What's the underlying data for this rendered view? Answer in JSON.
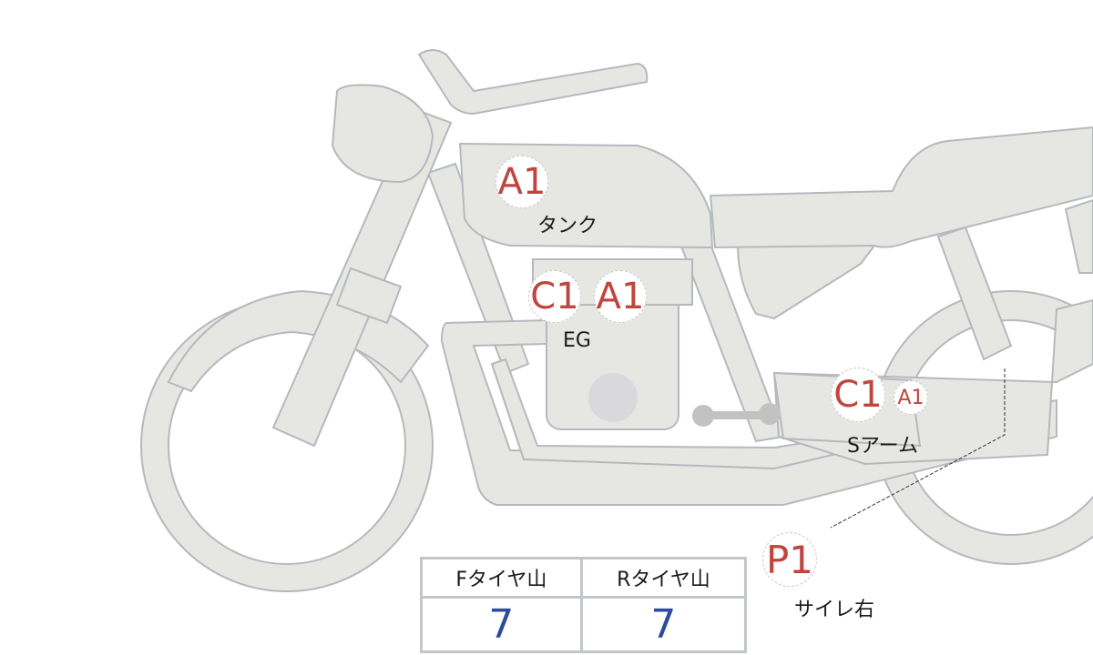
{
  "markers": {
    "tank": {
      "code": "A1",
      "label": "タンク"
    },
    "engine": {
      "codes": [
        "C1",
        "A1"
      ],
      "label": "EG"
    },
    "swingarm": {
      "codes": [
        "C1",
        "A1"
      ],
      "label": "Sアーム"
    },
    "muffler_right": {
      "code": "P1",
      "label": "サイレ右"
    }
  },
  "tire_table": {
    "headers": [
      "Fタイヤ山",
      "Rタイヤ山"
    ],
    "values": [
      "7",
      "7"
    ]
  },
  "colors": {
    "marker_text": "#c0453e",
    "value_text": "#2e4a9a",
    "part_fill": "#e6e6e3"
  }
}
